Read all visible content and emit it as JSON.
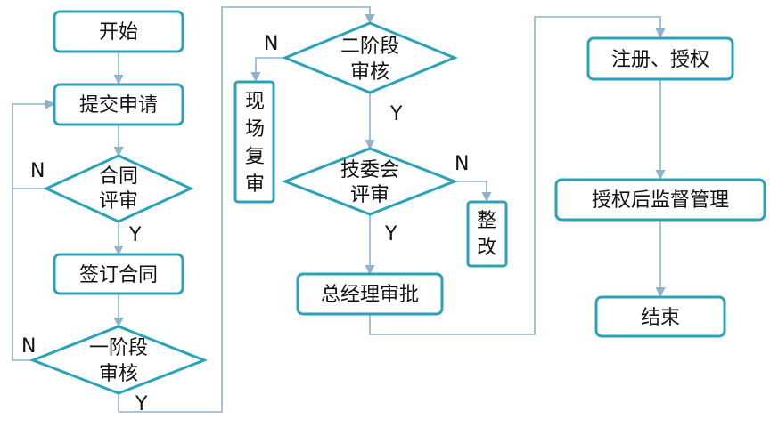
{
  "colors": {
    "node_border": "#2aa3b8",
    "connector": "#8fb4c9",
    "text": "#111111"
  },
  "nodes": {
    "start": "开始",
    "submit": "提交申请",
    "contract_review": [
      "合同",
      "评审"
    ],
    "sign": "签订合同",
    "stage1": [
      "一阶段",
      "审核"
    ],
    "stage2": [
      "二阶段",
      "审核"
    ],
    "onsite": [
      "现",
      "场",
      "复",
      "审"
    ],
    "committee": [
      "技委会",
      "评审"
    ],
    "rectify": [
      "整",
      "改"
    ],
    "gm": "总经理审批",
    "register": "注册、授权",
    "supervise": "授权后监督管理",
    "end": "结束"
  },
  "labels": {
    "no": "N",
    "yes": "Y"
  }
}
